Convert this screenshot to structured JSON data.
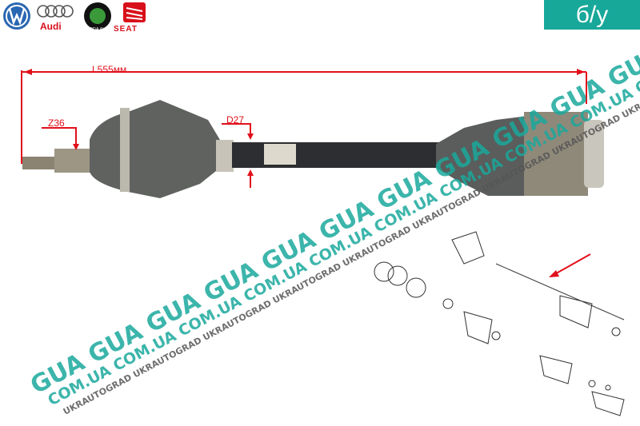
{
  "badge": {
    "text": "б/у"
  },
  "brands": {
    "vw": "VW",
    "audi": "Audi",
    "skoda": "SKODA AUTO",
    "seat": "SEAT"
  },
  "dimensions": {
    "length": "L555мм",
    "spline": "Z36",
    "diameter": "D27"
  },
  "watermark": {
    "line1": "GUA",
    "line2": "COM.UA",
    "line3": "UKRAUTOGRAD"
  },
  "colors": {
    "badge": "#17a89a",
    "annotation": "#e0101a",
    "watermark": "#1aa89c"
  }
}
